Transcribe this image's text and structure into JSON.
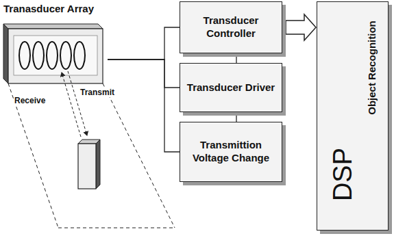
{
  "diagram": {
    "nodes": [
      {
        "text": [
          "Tranasducer Array"
        ]
      },
      {
        "text": [
          "Transducer Controller"
        ]
      },
      {
        "text": [
          "Transducer Driver"
        ]
      },
      {
        "text": [
          "Transmittion Voltage Change"
        ]
      },
      {
        "text": [
          "DSP",
          "Object Recognition"
        ]
      }
    ],
    "edges": [
      {
        "from": 0,
        "to": 1,
        "arrow": "none"
      },
      {
        "from": 0,
        "to": 2,
        "arrow": "none"
      },
      {
        "from": 0,
        "to": 3,
        "arrow": "none"
      },
      {
        "from": 1,
        "to": 2,
        "arrow": "none"
      },
      {
        "from": 2,
        "to": 3,
        "arrow": "none"
      },
      {
        "from": 1,
        "to": 4,
        "arrow": "to"
      }
    ],
    "labels": [
      "Receive",
      "Transmit"
    ]
  }
}
